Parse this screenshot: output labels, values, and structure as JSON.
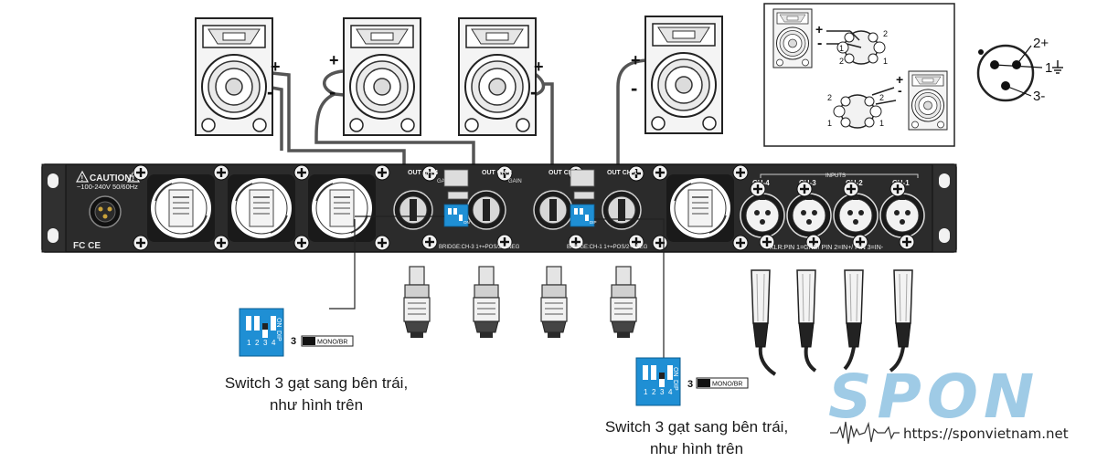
{
  "amp": {
    "caution": "CAUTION:",
    "voltage": "~100-240V 50/60Hz",
    "cert_marks": "FC CE",
    "out_ch4": "OUT CH-4",
    "out_ch3": "OUT CH-3",
    "out_ch2": "OUT CH-2",
    "out_ch1": "OUT CH-1",
    "gain": "GAIN",
    "bridge_34": "BRIDGE:CH-3 1+=POS/2+=NEG",
    "bridge_12": "BRIDGE:CH-1 1+=POS/2+=NEG",
    "inputs_label": "INPUTS",
    "in_ch4": "CH-4",
    "in_ch3": "CH-3",
    "in_ch2": "CH-2",
    "in_ch1": "CH-1",
    "xlr_pinout": "XLR:PIN 1=GND/ PIN 2=IN+/ PIN 3=IN-",
    "on_label": "ON",
    "dip_label": "DIP"
  },
  "speaker": {
    "plus": "+",
    "minus": "-"
  },
  "dip_zoom": {
    "on": "ON",
    "dip": "DIP",
    "n1": "1",
    "n2": "2",
    "n3": "3",
    "n4": "4",
    "switch_num": "3",
    "mono_br": "MONO/BR"
  },
  "wiring_inset": {
    "pin1": "1",
    "pin2": "2",
    "plus": "+",
    "minus": "-"
  },
  "xlr_pins": {
    "p2": "2+",
    "p1": "1",
    "p3": "3-"
  },
  "captions": {
    "left_line1": "Switch 3 gạt sang bên trái,",
    "left_line2": "như hình trên",
    "right_line1": "Switch 3 gạt sang bên trái,",
    "right_line2": "như hình trên"
  },
  "brand": {
    "name": "SPON",
    "url": "https://sponvietnam.net"
  },
  "colors": {
    "chassis": "#2b2b2b",
    "dip_blue": "#1f8fd4",
    "brand_blue": "#9fcbe6",
    "cable": "#555555"
  }
}
